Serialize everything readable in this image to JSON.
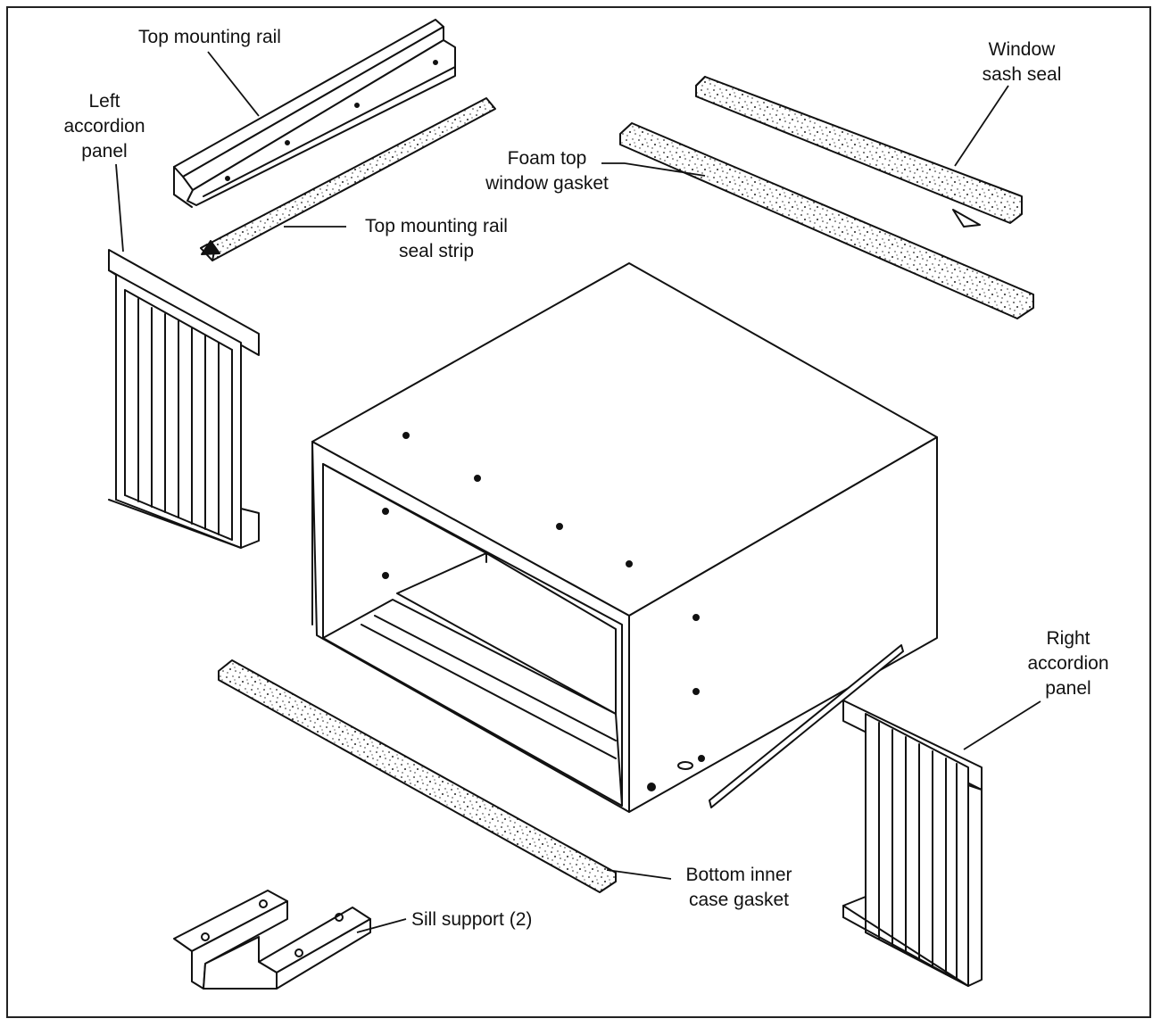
{
  "labels": {
    "top_mounting_rail": "Top mounting rail",
    "left_accordion_panel": "Left\naccordion\npanel",
    "top_mounting_rail_seal_strip": "Top mounting rail\nseal strip",
    "foam_top_window_gasket": "Foam top\nwindow gasket",
    "window_sash_seal": "Window\nsash seal",
    "right_accordion_panel": "Right\naccordion\npanel",
    "bottom_inner_case_gasket": "Bottom inner\ncase gasket",
    "sill_support": "Sill support (2)"
  },
  "colors": {
    "line": "#111111",
    "foam_fill": "#ffffff",
    "background": "#ffffff"
  }
}
